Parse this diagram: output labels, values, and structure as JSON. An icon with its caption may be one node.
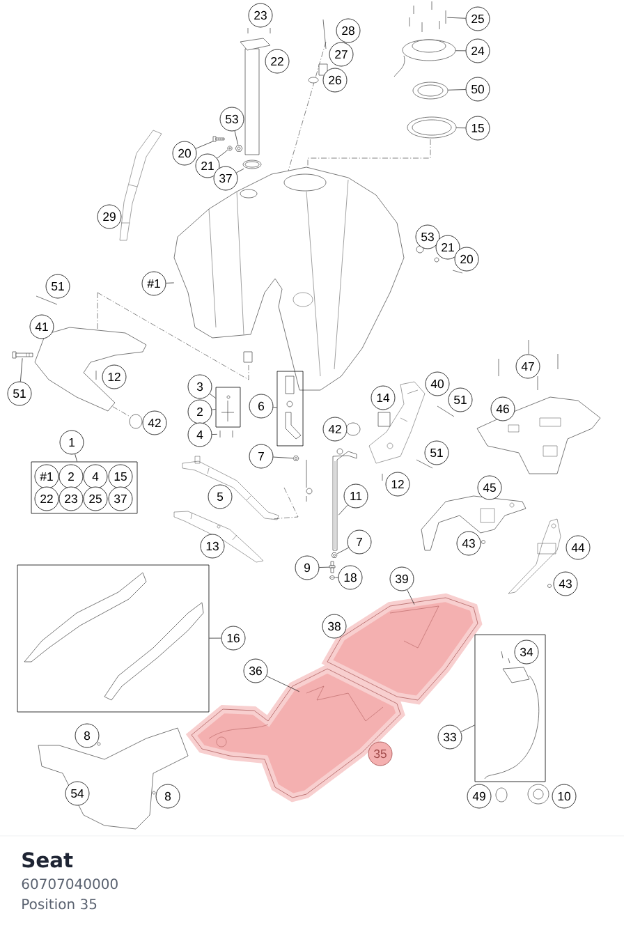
{
  "diagram": {
    "title": "Seat",
    "nodes": [
      {
        "text": [
          "23"
        ]
      },
      {
        "text": [
          "28"
        ]
      },
      {
        "text": [
          "25"
        ]
      },
      {
        "text": [
          "24"
        ]
      },
      {
        "text": [
          "27"
        ]
      },
      {
        "text": [
          "22"
        ]
      },
      {
        "text": [
          "26"
        ]
      },
      {
        "text": [
          "50"
        ]
      },
      {
        "text": [
          "53"
        ]
      },
      {
        "text": [
          "15"
        ]
      },
      {
        "text": [
          "20"
        ]
      },
      {
        "text": [
          "21"
        ]
      },
      {
        "text": [
          "37"
        ]
      },
      {
        "text": [
          "29"
        ]
      },
      {
        "text": [
          "53"
        ]
      },
      {
        "text": [
          "21"
        ]
      },
      {
        "text": [
          "20"
        ]
      },
      {
        "text": [
          "#1"
        ]
      },
      {
        "text": [
          "51"
        ]
      },
      {
        "text": [
          "41"
        ]
      },
      {
        "text": [
          "47"
        ]
      },
      {
        "text": [
          "12"
        ]
      },
      {
        "text": [],
        "shape": "box"
      },
      {
        "text": [
          "3"
        ]
      },
      {
        "text": [
          "40"
        ]
      },
      {
        "text": [
          "51"
        ]
      },
      {
        "text": [
          "14"
        ]
      },
      {
        "text": [
          "51"
        ]
      },
      {
        "text": [],
        "shape": "box"
      },
      {
        "text": [
          "6"
        ]
      },
      {
        "text": [
          "46"
        ]
      },
      {
        "text": [
          "2"
        ]
      },
      {
        "text": [
          "42"
        ]
      },
      {
        "text": [
          "42"
        ]
      },
      {
        "text": [
          "4"
        ]
      },
      {
        "text": [
          "1"
        ]
      },
      {
        "text": [
          "51"
        ]
      },
      {
        "text": [
          "7"
        ]
      },
      {
        "text": [],
        "shape": "box"
      },
      {
        "text": [
          "#1"
        ],
        "in": 38
      },
      {
        "text": [
          "2"
        ],
        "in": 38
      },
      {
        "text": [
          "4"
        ],
        "in": 38
      },
      {
        "text": [
          "15"
        ],
        "in": 38
      },
      {
        "text": [
          "22"
        ],
        "in": 38
      },
      {
        "text": [
          "23"
        ],
        "in": 38
      },
      {
        "text": [
          "25"
        ],
        "in": 38
      },
      {
        "text": [
          "37"
        ],
        "in": 38
      },
      {
        "text": [
          "12"
        ]
      },
      {
        "text": [
          "45"
        ]
      },
      {
        "text": [
          "11"
        ]
      },
      {
        "text": [
          "5"
        ]
      },
      {
        "text": [
          "7"
        ]
      },
      {
        "text": [
          "43"
        ]
      },
      {
        "text": [
          "13"
        ]
      },
      {
        "text": [
          "44"
        ]
      },
      {
        "text": [],
        "shape": "box"
      },
      {
        "text": [
          "9"
        ]
      },
      {
        "text": [
          "18"
        ]
      },
      {
        "text": [
          "39"
        ]
      },
      {
        "text": [
          "43"
        ]
      },
      {
        "text": [
          "38"
        ]
      },
      {
        "text": [
          "16"
        ]
      },
      {
        "text": [],
        "shape": "box"
      },
      {
        "text": [
          "34"
        ],
        "in": 62
      },
      {
        "text": [
          "36"
        ]
      },
      {
        "text": [
          "33"
        ]
      },
      {
        "text": [
          "35"
        ]
      },
      {
        "text": [
          "8"
        ]
      },
      {
        "text": [
          "54"
        ]
      },
      {
        "text": [
          "8"
        ]
      },
      {
        "text": [
          "49"
        ]
      },
      {
        "text": [
          "10"
        ]
      },
      {
        "text": [],
        "shape": "picture"
      },
      {
        "text": [],
        "shape": "picture"
      },
      {
        "text": [],
        "shape": "picture"
      },
      {
        "text": [],
        "shape": "picture"
      },
      {
        "text": [],
        "shape": "picture"
      },
      {
        "text": [],
        "shape": "picture"
      },
      {
        "text": [],
        "shape": "picture"
      },
      {
        "text": [],
        "shape": "picture"
      },
      {
        "text": [],
        "shape": "picture"
      },
      {
        "text": [],
        "shape": "picture"
      },
      {
        "text": [],
        "shape": "picture"
      },
      {
        "text": [],
        "shape": "picture"
      },
      {
        "text": [],
        "shape": "picture"
      },
      {
        "text": [],
        "shape": "picture"
      },
      {
        "text": [],
        "shape": "picture"
      },
      {
        "text": [],
        "shape": "picture"
      },
      {
        "text": [],
        "shape": "picture"
      },
      {
        "text": [],
        "shape": "picture"
      }
    ],
    "edges": [
      {
        "from": 2,
        "to": 72,
        "arrow": "none"
      },
      {
        "from": 3,
        "to": 73,
        "arrow": "none"
      },
      {
        "from": 7,
        "to": 74,
        "arrow": "none"
      },
      {
        "from": 9,
        "to": 75,
        "arrow": "none"
      },
      {
        "from": 8,
        "to": 76,
        "arrow": "none"
      },
      {
        "from": 10,
        "to": 77,
        "arrow": "none"
      },
      {
        "from": 11,
        "to": 78,
        "arrow": "none"
      },
      {
        "from": 12,
        "to": 79,
        "arrow": "none"
      },
      {
        "from": 17,
        "to": 80,
        "arrow": "none"
      },
      {
        "from": 25,
        "to": 81,
        "arrow": "none"
      },
      {
        "from": 23,
        "to": 22,
        "arrow": "none"
      },
      {
        "from": 31,
        "to": 22,
        "arrow": "none"
      },
      {
        "from": 34,
        "to": 82,
        "arrow": "none"
      },
      {
        "from": 29,
        "to": 28,
        "arrow": "none"
      },
      {
        "from": 35,
        "to": 38,
        "arrow": "none"
      },
      {
        "from": 37,
        "to": 83,
        "arrow": "none"
      },
      {
        "from": 49,
        "to": 84,
        "arrow": "none"
      },
      {
        "from": 51,
        "to": 85,
        "arrow": "none"
      },
      {
        "from": 56,
        "to": 86,
        "arrow": "none"
      },
      {
        "from": 57,
        "to": 87,
        "arrow": "none"
      },
      {
        "from": 58,
        "to": 88,
        "arrow": "none"
      },
      {
        "from": 61,
        "to": 55,
        "arrow": "none"
      },
      {
        "from": 64,
        "to": 89,
        "arrow": "none"
      },
      {
        "from": 65,
        "to": 62,
        "arrow": "none"
      }
    ],
    "labels": [
      "60707040000",
      "Position 35"
    ]
  }
}
